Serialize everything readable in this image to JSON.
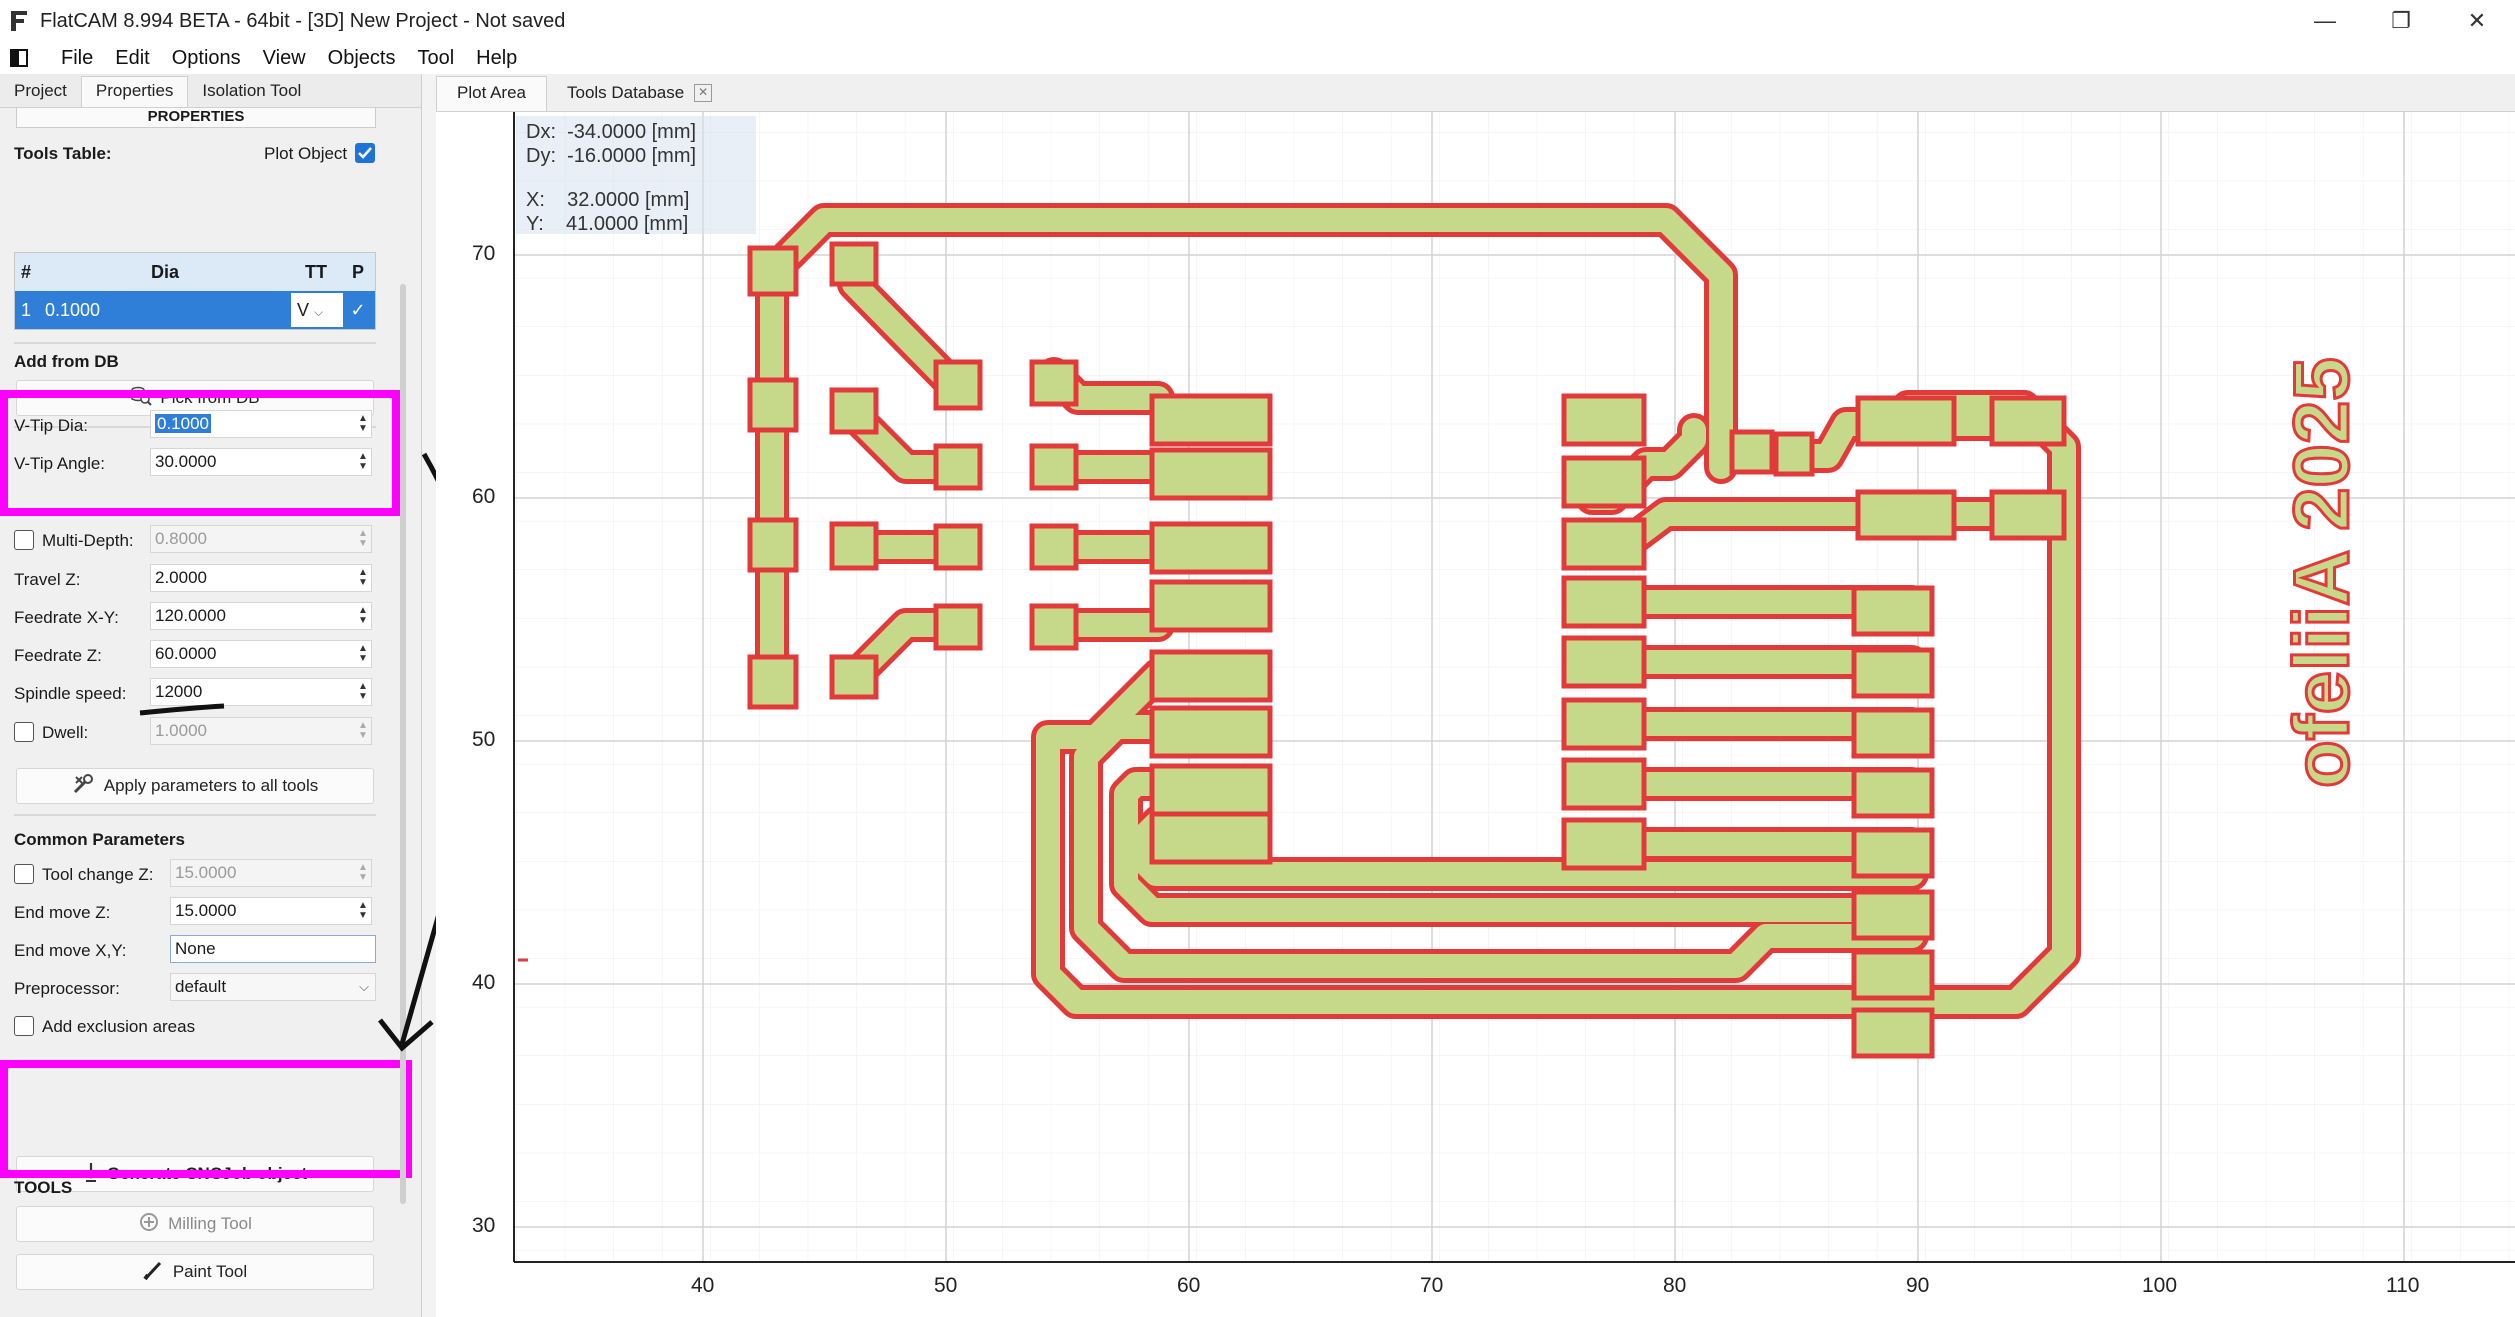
{
  "window": {
    "title": "FlatCAM 8.994 BETA - 64bit - [3D]     New Project - Not saved",
    "controls": [
      "—",
      "❐",
      "✕"
    ]
  },
  "menu": [
    "File",
    "Edit",
    "Options",
    "View",
    "Objects",
    "Tool",
    "Help"
  ],
  "left_tabs": [
    "Project",
    "Properties",
    "Isolation Tool"
  ],
  "properties_header": "PROPERTIES",
  "tools_table": {
    "title": "Tools Table:",
    "plot_object_label": "Plot Object",
    "plot_object_checked": true,
    "columns": [
      "#",
      "Dia",
      "TT",
      "P"
    ],
    "rows": [
      {
        "num": "1",
        "dia": "0.1000",
        "tt": "V",
        "p": "✓"
      }
    ]
  },
  "add_from_db": {
    "title": "Add from DB",
    "button": "Pick from DB"
  },
  "params": {
    "vtip_dia": {
      "label": "V-Tip Dia:",
      "value": "0.1000"
    },
    "vtip_angle": {
      "label": "V-Tip Angle:",
      "value": "30.0000"
    },
    "multi_depth": {
      "label": "Multi-Depth:",
      "value": "0.8000"
    },
    "travel_z": {
      "label": "Travel Z:",
      "value": "2.0000"
    },
    "feedrate_xy": {
      "label": "Feedrate X-Y:",
      "value": "120.0000"
    },
    "feedrate_z": {
      "label": "Feedrate Z:",
      "value": "60.0000"
    },
    "spindle_speed": {
      "label": "Spindle speed:",
      "value": "12000"
    },
    "dwell": {
      "label": "Dwell:",
      "value": "1.0000"
    }
  },
  "apply_button": "Apply parameters to all tools",
  "common": {
    "title": "Common Parameters",
    "tool_change_z": {
      "label": "Tool change Z:",
      "value": "15.0000"
    },
    "end_move_z": {
      "label": "End move Z:",
      "value": "15.0000"
    },
    "end_move_xy": {
      "label": "End move X,Y:",
      "value": "None"
    },
    "preprocessor": {
      "label": "Preprocessor:",
      "value": "default"
    },
    "exclusion": "Add exclusion areas"
  },
  "generate_button": "Generate CNCJob object",
  "tools": {
    "title": "TOOLS",
    "milling": "Milling Tool",
    "paint": "Paint Tool"
  },
  "right_tabs": {
    "plot_area": "Plot Area",
    "tools_db": "Tools Database"
  },
  "coords": {
    "dx": "Dx:  -34.0000 [mm]",
    "dy": "Dy:  -16.0000 [mm]",
    "x": "X:    32.0000 [mm]",
    "y": "Y:    41.0000 [mm]"
  },
  "axes": {
    "x_ticks": [
      "40",
      "50",
      "60",
      "70",
      "80",
      "90",
      "100",
      "110"
    ],
    "y_ticks": [
      "70",
      "60",
      "50",
      "40",
      "30"
    ]
  },
  "board_text": "ofeliiA 2025",
  "colors": {
    "highlight": "#ff00ff",
    "trace_fill": "#c6d98a",
    "trace_outline": "#e23a3a",
    "selection": "#2f7fd8"
  }
}
